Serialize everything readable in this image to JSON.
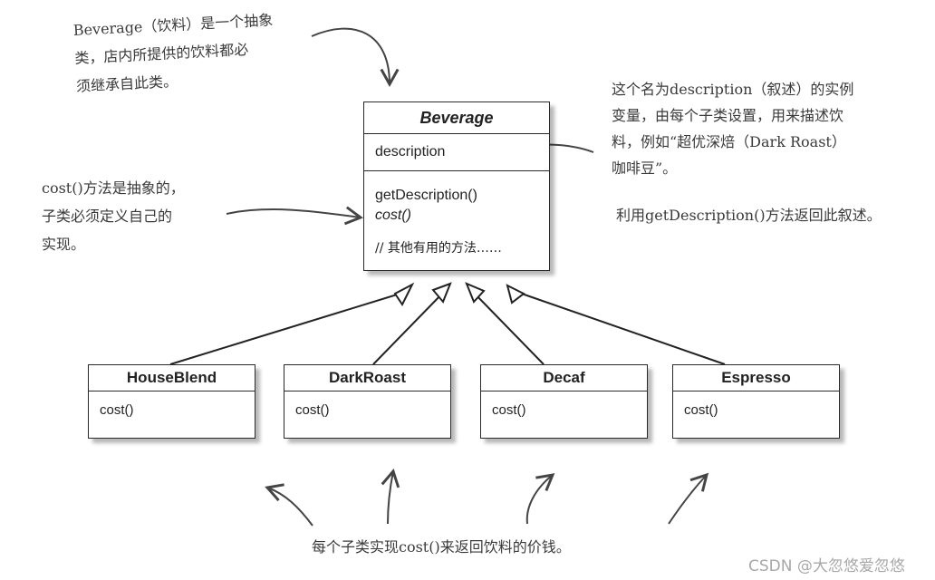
{
  "notes": {
    "beverage": "Beverage（饮料）是一个抽象\n类，店内所提供的饮料都必\n须继承自此类。",
    "description": "这个名为description（叙述）的实例\n变量，由每个子类设置，用来描述饮\n料，例如“超优深焙（Dark Roast）\n咖啡豆”。",
    "getdescription": "利用getDescription()方法返回此叙述。",
    "cost": "cost()方法是抽象的，\n子类必须定义自己的\n实现。",
    "bottom": "每个子类实现cost()来返回饮料的价钱。"
  },
  "beverage": {
    "name": "Beverage",
    "attribute": "description",
    "method_get": "getDescription()",
    "method_cost": "cost()",
    "other_methods": "// 其他有用的方法……"
  },
  "subclasses": [
    {
      "name": "HouseBlend",
      "method": "cost()"
    },
    {
      "name": "DarkRoast",
      "method": "cost()"
    },
    {
      "name": "Decaf",
      "method": "cost()"
    },
    {
      "name": "Espresso",
      "method": "cost()"
    }
  ],
  "watermark": "CSDN @大忽悠爱忽悠"
}
